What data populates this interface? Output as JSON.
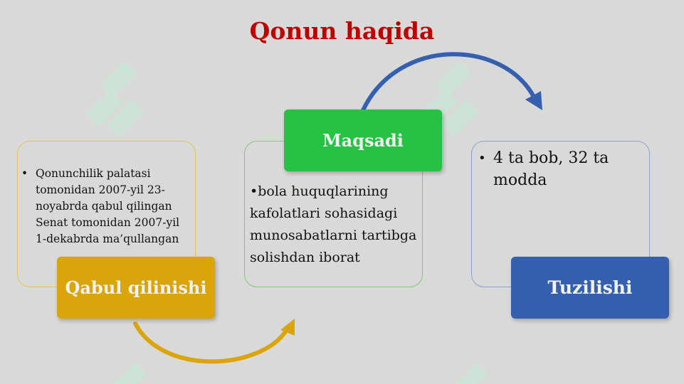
{
  "slide": {
    "title": "Qonun haqida"
  },
  "cards": [
    {
      "label": "Qabul qilinishi",
      "bullet": "•",
      "text": "Qonunchilik palatasi tomonidan 2007-yil 23-noyabrda qabul qilingan Senat tomonidan 2007-yil 1-dekabrda ma’qullangan",
      "color": "#dba50a"
    },
    {
      "label": "Maqsadi",
      "bullet": "•",
      "text": "bola huquqlarining kafolatlari sohasidagi munosabatlarni tartibga solishdan iborat",
      "color": "#25c244"
    },
    {
      "label": "Tuzilishi",
      "bullet": "•",
      "text": "4 ta bob, 32 ta modda",
      "color": "#3560b0"
    }
  ],
  "watermark_icon": "soft-logo-icon"
}
